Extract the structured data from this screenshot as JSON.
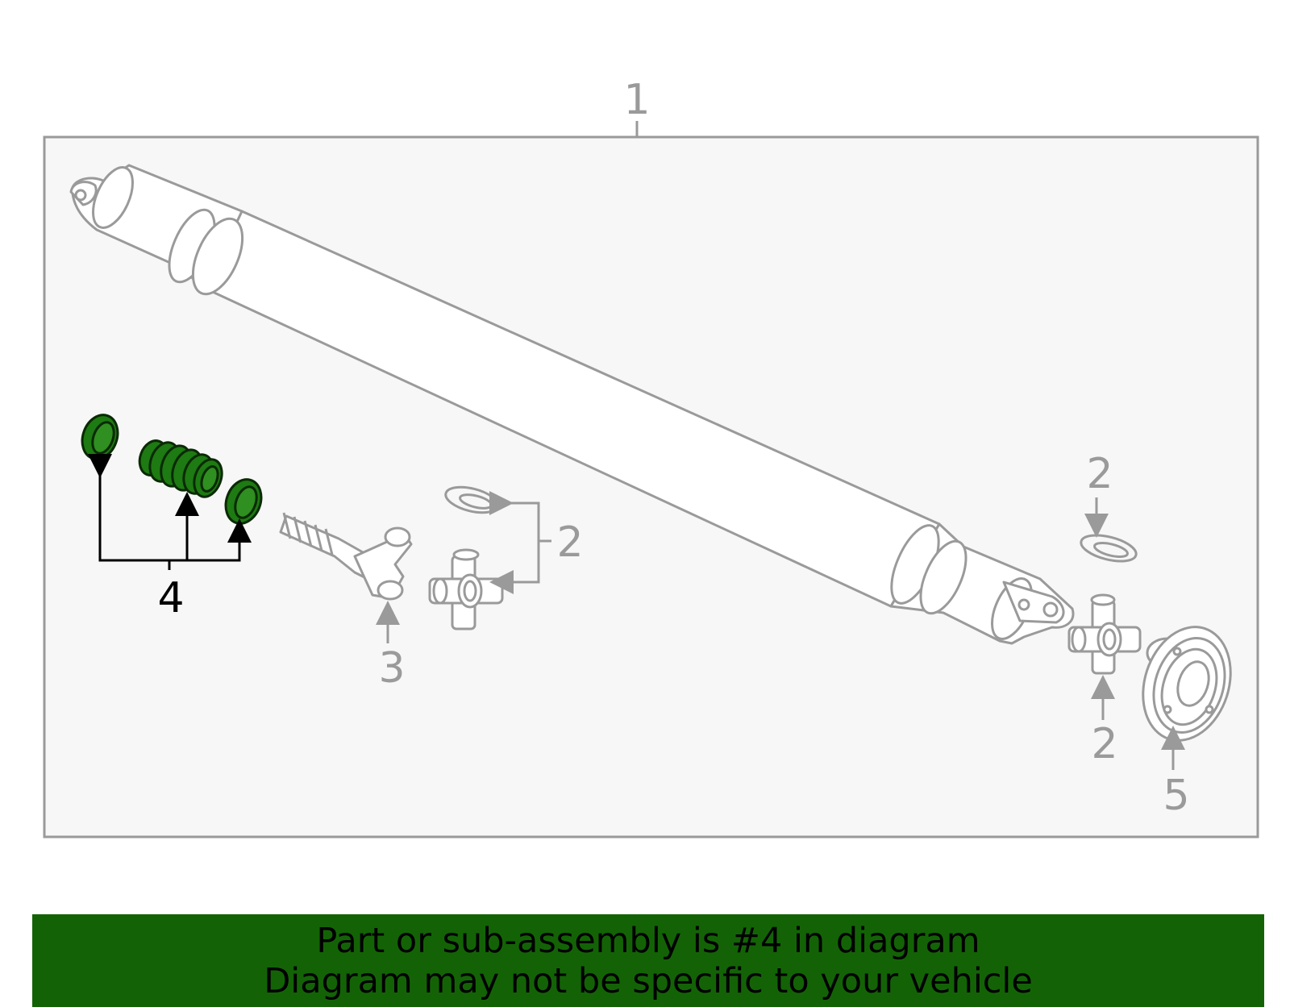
{
  "diagram": {
    "callouts": {
      "part1": "1",
      "part2_top_left": "2",
      "part2_top_right": "2",
      "part2_bottom_right": "2",
      "part3": "3",
      "part4": "4",
      "part5": "5"
    },
    "highlight_part": "4",
    "colors": {
      "outline": "#9a9a9a",
      "panel": "#f7f7f7",
      "highlight_fill": "#1e7a12",
      "highlight_stroke": "#0a2a05",
      "banner": "#136306"
    }
  },
  "banner": {
    "line1": "Part or sub-assembly is #4 in diagram",
    "line2": "Diagram may not be specific to your vehicle"
  }
}
